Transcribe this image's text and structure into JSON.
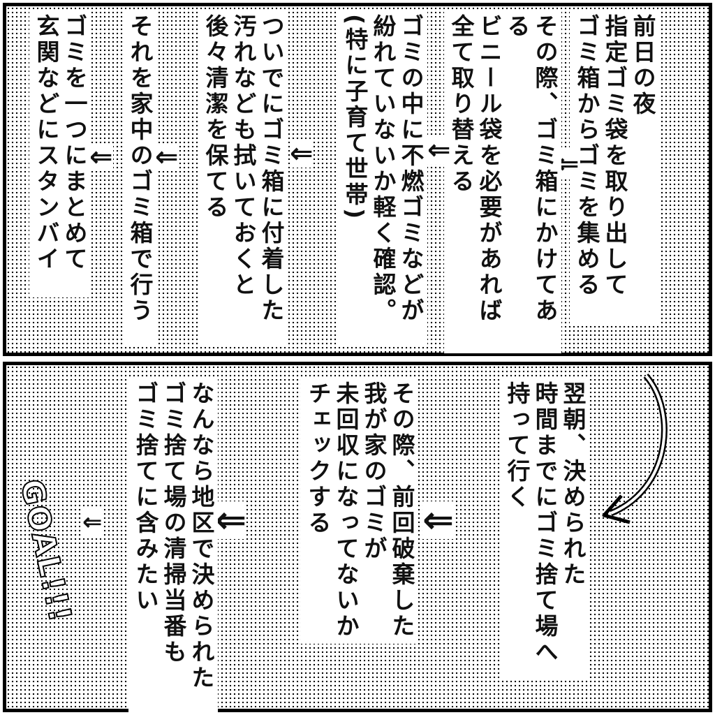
{
  "panel1": {
    "steps": [
      [
        "前日の夜",
        "指定ゴミ袋を取り出して",
        "ゴミ箱からゴミを集める"
      ],
      [
        "その際、ゴミ箱にかけてある",
        "ビニール袋を必要があれば",
        "全て取り替える"
      ],
      [
        "ゴミの中に不燃ゴミなどが",
        "紛れていないか軽く確認。",
        "(特に子育て世帯)"
      ],
      [
        "ついでにゴミ箱に付着した",
        "汚れなども拭いておくと",
        "後々清潔を保てる"
      ],
      [
        "それを家中のゴミ箱で行う"
      ],
      [
        "ゴミを一つにまとめて",
        "玄関などにスタンバイ"
      ]
    ]
  },
  "panel2": {
    "steps": [
      [
        "翌朝、決められた",
        "時間までにゴミ捨て場へ",
        "持って行く"
      ],
      [
        "その際、前回破棄した",
        "我が家のゴミが",
        "未回収になってないか",
        "チェックする"
      ],
      [
        "なんなら地区で決められた",
        "ゴミ捨て場の清掃当番も",
        "ゴミ捨てに含みたい"
      ]
    ],
    "goal": "GOAL!!!"
  },
  "arrow": "⇐"
}
